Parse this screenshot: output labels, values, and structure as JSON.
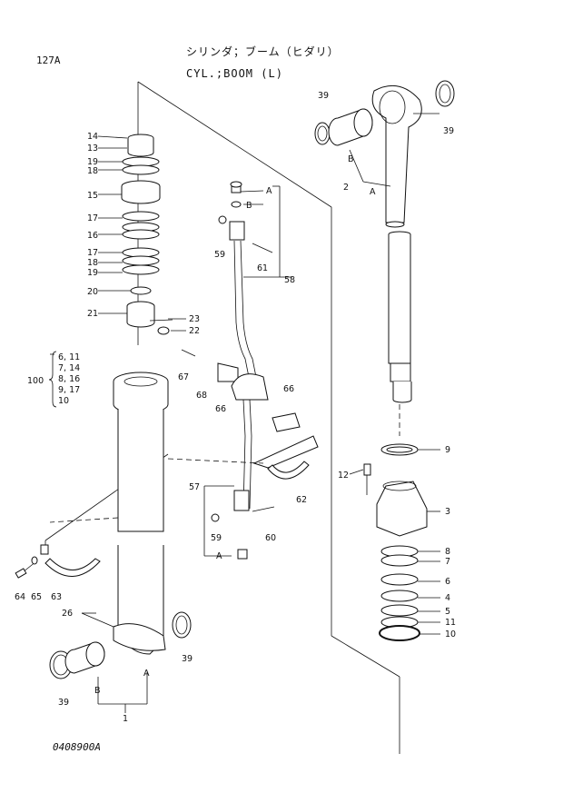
{
  "header": {
    "page_code": "127A",
    "title_jp": "シリンダ；ブーム（ヒダリ）",
    "title_en": "CYL.;BOOM (L)"
  },
  "footer": {
    "drawing_number": "0408900A"
  },
  "kit": {
    "number": "100",
    "items": [
      "6, 11",
      "7, 14",
      "8, 16",
      "9, 17",
      "10"
    ]
  },
  "labels": {
    "p1": "1",
    "p2": "2",
    "p3": "3",
    "p4": "4",
    "p5": "5",
    "p6": "6",
    "p7": "7",
    "p8": "8",
    "p9": "9",
    "p10": "10",
    "p11": "11",
    "p12": "12",
    "p13": "13",
    "p14": "14",
    "p15": "15",
    "p16": "16",
    "p17a": "17",
    "p17b": "17",
    "p18a": "18",
    "p18b": "18",
    "p19a": "19",
    "p19b": "19",
    "p20": "20",
    "p21": "21",
    "p22": "22",
    "p23": "23",
    "p26": "26",
    "p39a": "39",
    "p39b": "39",
    "p39c": "39",
    "p39d": "39",
    "p57": "57",
    "p58": "58",
    "p59a": "59",
    "p59b": "59",
    "p60": "60",
    "p61": "61",
    "p62": "62",
    "p63": "63",
    "p64": "64",
    "p65": "65",
    "p66a": "66",
    "p66b": "66",
    "p67": "67",
    "p68": "68",
    "ref_a1": "A",
    "ref_a2": "A",
    "ref_a3": "A",
    "ref_a4": "A",
    "ref_b1": "B",
    "ref_b2": "B",
    "ref_b3": "B"
  }
}
